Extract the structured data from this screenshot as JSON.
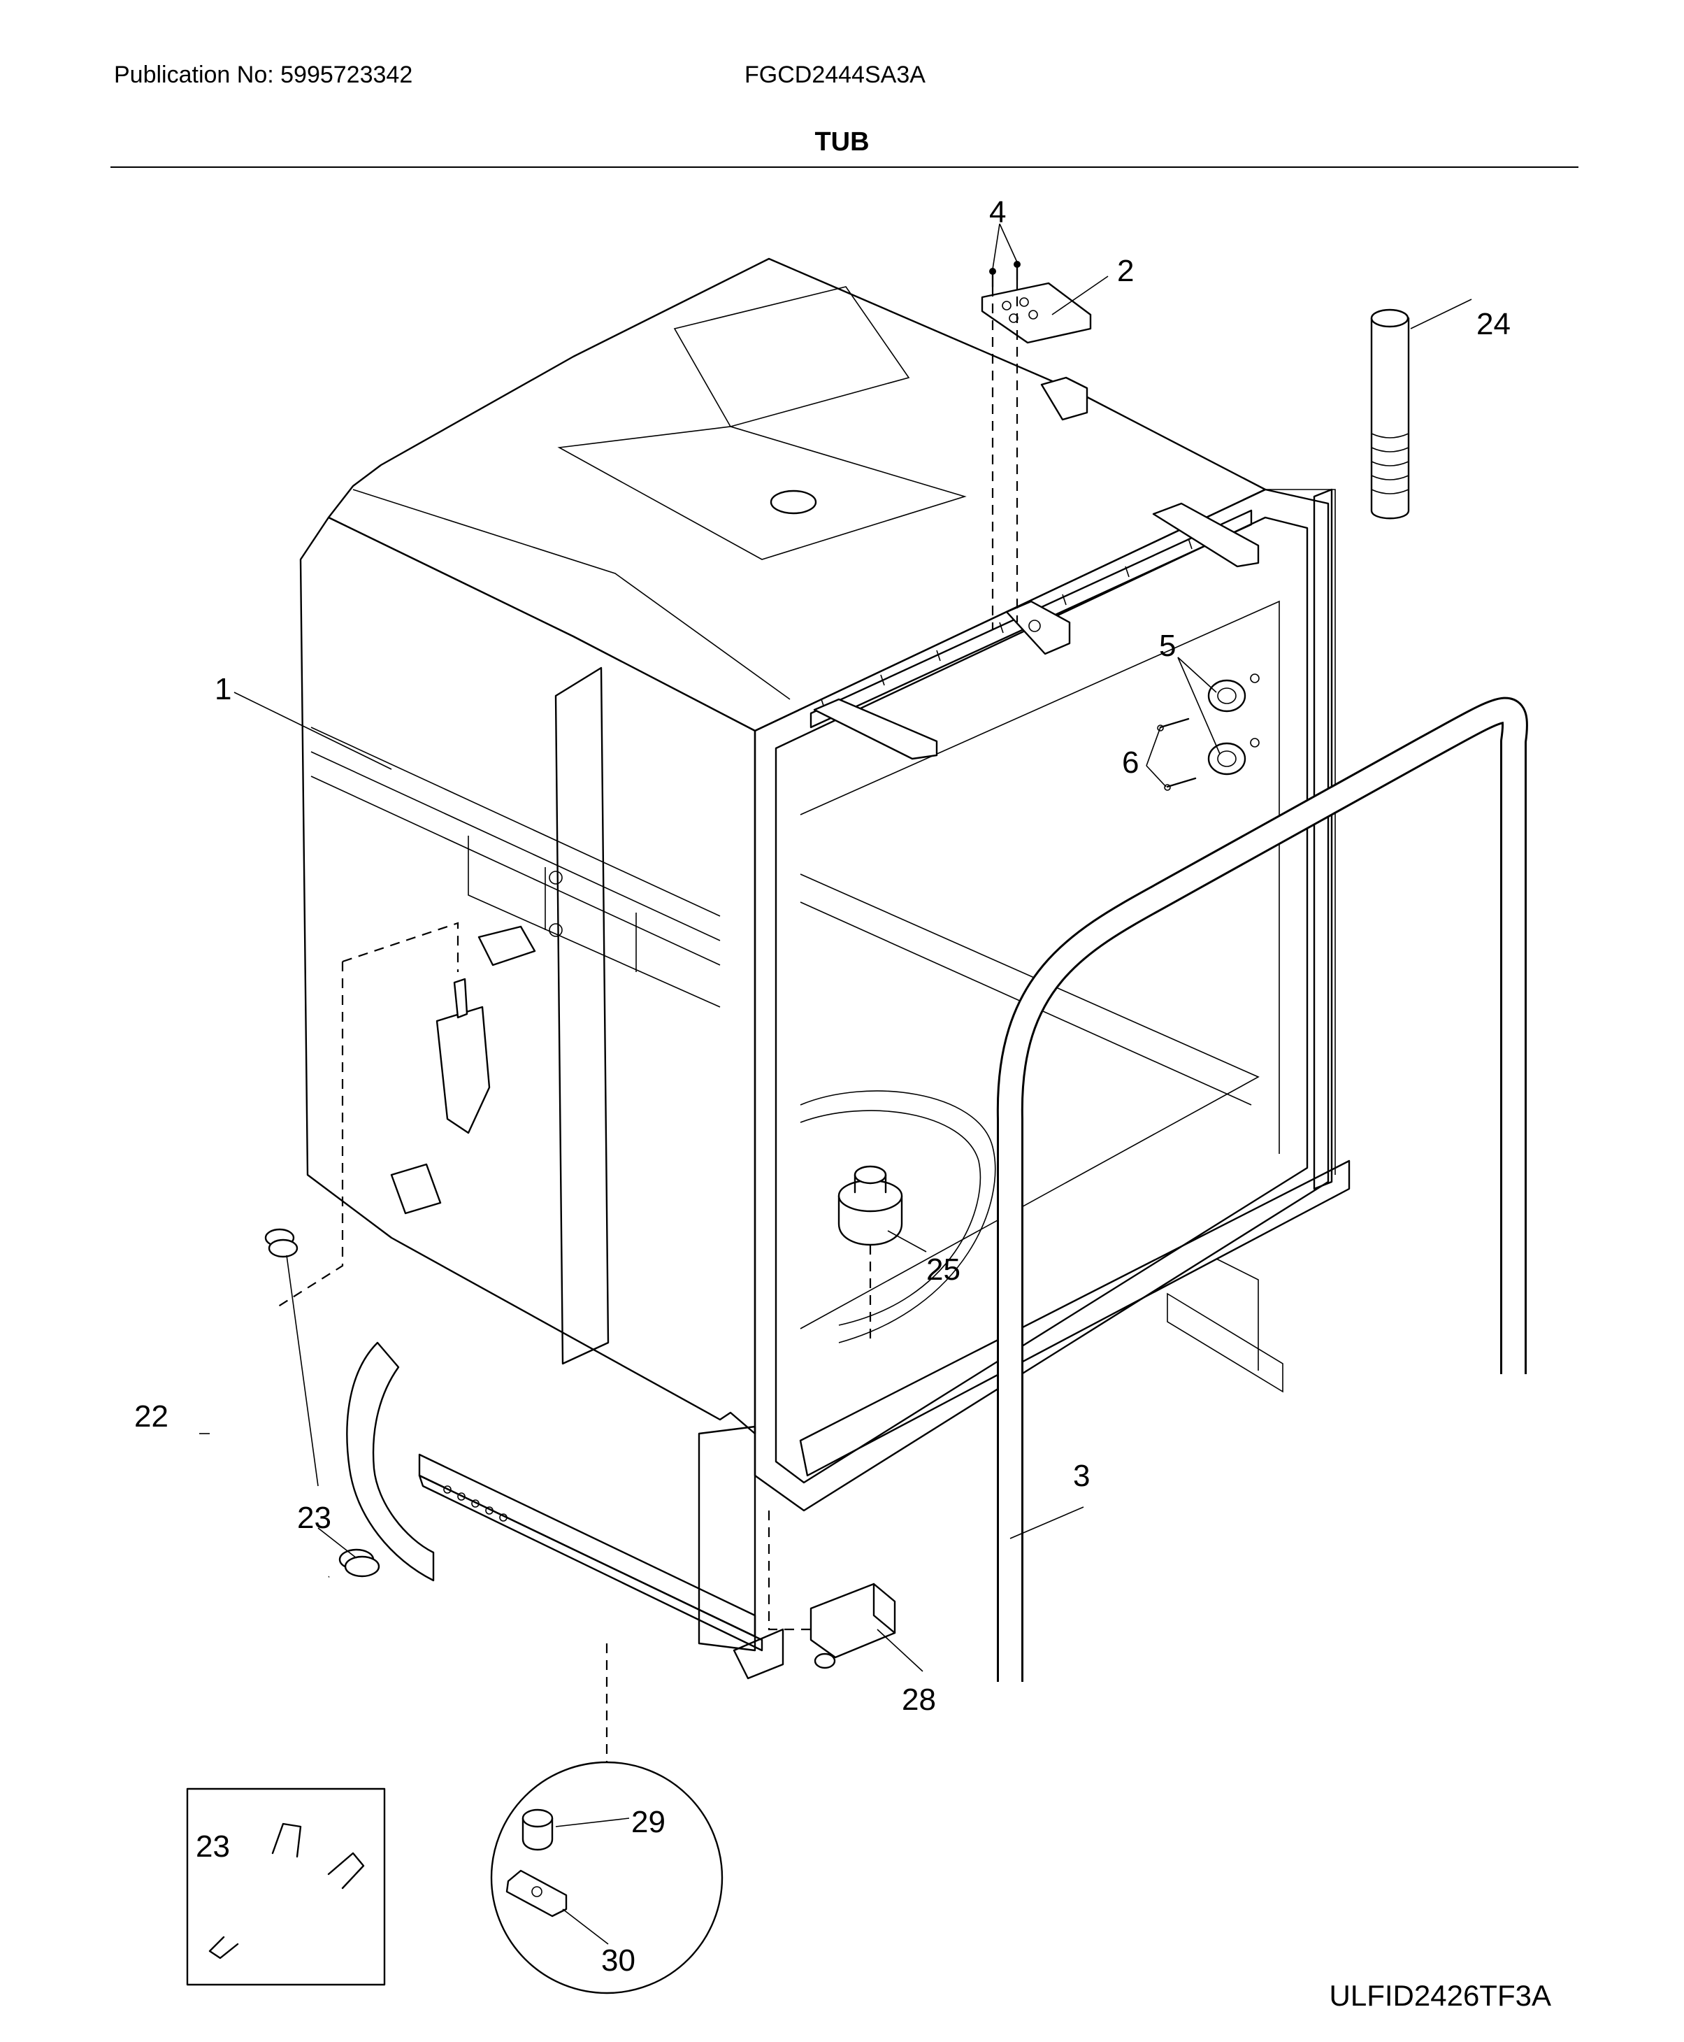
{
  "header": {
    "publication": "Publication No: 5995723342",
    "model": "FGCD2444SA3A",
    "section_title": "TUB"
  },
  "footer": {
    "diagram_code": "ULFID2426TF3A"
  },
  "callouts": {
    "c1": "1",
    "c2": "2",
    "c3": "3",
    "c4": "4",
    "c5": "5",
    "c6": "6",
    "c22": "22",
    "c23": "23",
    "c23_inset": "23",
    "c24": "24",
    "c25": "25",
    "c28": "28",
    "c29": "29",
    "c30": "30"
  }
}
